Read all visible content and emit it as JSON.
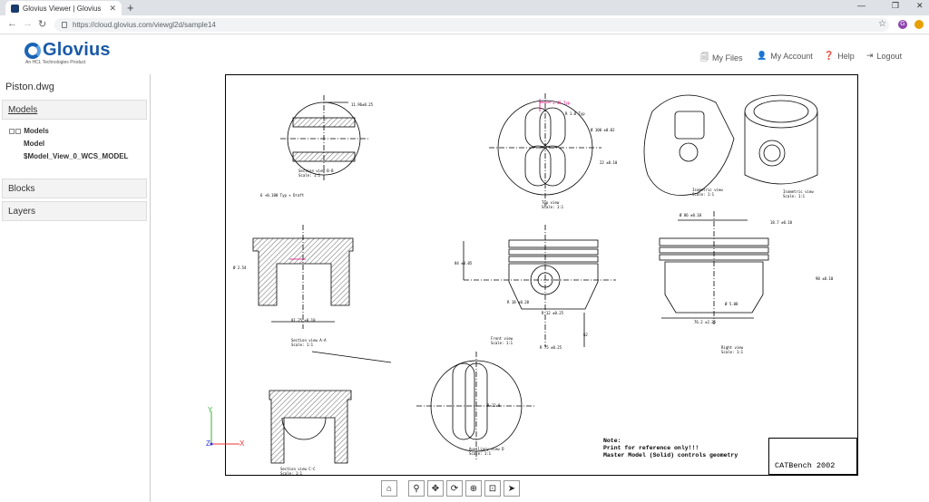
{
  "browser": {
    "tab_title": "Glovius Viewer | Glovius",
    "url": "https://cloud.glovius.com/viewgl2d/sample14",
    "profile_initial": "G"
  },
  "header": {
    "brand": "Glovius",
    "tagline": "An HCL Technologies Product",
    "nav": {
      "my_files": "My Files",
      "my_account": "My Account",
      "help": "Help",
      "logout": "Logout"
    }
  },
  "sidebar": {
    "filename": "Piston.dwg",
    "panels": {
      "models": "Models",
      "blocks": "Blocks",
      "layers": "Layers"
    },
    "tree": {
      "root": "Models",
      "child": "Model",
      "view": "$Model_View_0_WCS_MODEL"
    }
  },
  "drawing": {
    "labels": {
      "sec_bb": "Section view B-B",
      "scale1": "Scale: 1:1",
      "top_view": "Top view",
      "iso_view": "Isometric view",
      "sec_aa": "Section view A-A",
      "front_view": "Front view",
      "right_view": "Right view",
      "sec_cc": "Section view C-C",
      "aux_view": "Auxiliary view D",
      "dim_1": "11.96±0.25",
      "dim_2": "6 +0.100  Typ + Draft",
      "dim_3": "3.45 Typ.",
      "dim_4": "R 1.0 Typ",
      "dim_5": "Ø 100 ±0.02",
      "dim_6": "22 ±0.10",
      "dim_7": "Ø 2.54",
      "dim_8": "81.25 ±0.10",
      "dim_9": "84 ±0.05",
      "dim_10": "R 18 ±0.20",
      "dim_11": "R 12 ±0.25",
      "dim_12": "R 75 ±0.25",
      "dim_13": "Ø 86 ±0.10",
      "dim_14": "18.7 ±0.10",
      "dim_15": "76.2 ±2.25",
      "dim_16": "90 ±0.10",
      "dim_17": "R 12.8",
      "dim_18": "Ø 5.08",
      "dim_19": "62"
    },
    "note_lines": [
      "Note:",
      "Print for reference only!!!",
      "Master Model (Solid) controls geometry"
    ],
    "title_block": "CATBench 2002"
  },
  "axes": {
    "y": "Y",
    "z": "Z",
    "x": "X"
  },
  "toolbar": {
    "home_icon": "⌂",
    "zoom_icon": "⚲",
    "pan_icon": "✥",
    "rotate_icon": "⟳",
    "zoom_fit_icon": "⊕",
    "zoom_window_icon": "⊡",
    "select_icon": "➤"
  }
}
